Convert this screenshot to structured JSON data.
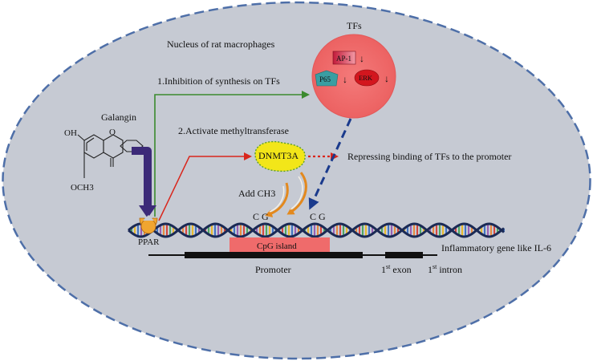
{
  "nucleus": {
    "label": "Nucleus of rat macrophages"
  },
  "tfs": {
    "title": "TFs",
    "ap1": "AP-1",
    "p65": "P65",
    "erk": "ERK",
    "down_arrow": "↓"
  },
  "compound": {
    "name": "Galangin",
    "oh": "OH",
    "o": "O",
    "och3": "OCH3"
  },
  "steps": {
    "step1": "1.Inhibition of synthesis on TFs",
    "step2": "2.Activate methyltransferase"
  },
  "enzyme": {
    "label": "DNMT3A"
  },
  "repress": {
    "label": "Repressing binding of TFs to the promoter"
  },
  "methyl": {
    "label": "Add CH3"
  },
  "cg": {
    "left": "C G",
    "right": "C G"
  },
  "receptor": {
    "label": "PPAR"
  },
  "cpg": {
    "label": "CpG island"
  },
  "gene": {
    "label": "Inflammatory gene like IL-6",
    "promoter": "Promoter",
    "exon_num": "1",
    "exon_sup": "st",
    "exon_word": " exon",
    "intron_num": "1",
    "intron_sup": "st",
    "intron_word": " intron"
  },
  "colors": {
    "nucleus_fill": "#c6cad3",
    "nucleus_border": "#4e6fa8",
    "tf_circle": "#ef6b6b",
    "green_arrow": "#3b8a2e",
    "red_arrow": "#d9261c",
    "dnmt3a": "#f2e619",
    "ppar": "#f0a530",
    "purple_arrow": "#3c2a78",
    "cpg_box": "#ef6b6b",
    "blue_dash": "#1a3a8c"
  }
}
